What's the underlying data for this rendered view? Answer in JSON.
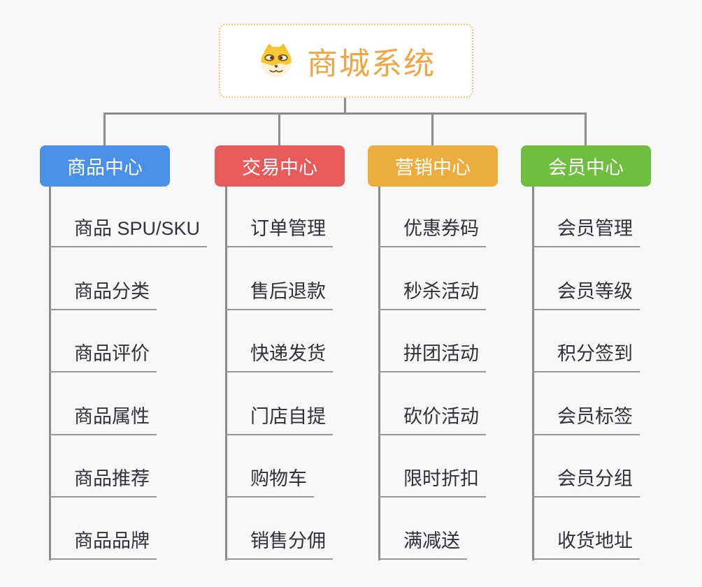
{
  "root": {
    "title": "商城系统",
    "icon": "doge-icon",
    "accent_color": "#F0A642",
    "border_color": "#F3C87F"
  },
  "branches": [
    {
      "label": "商品中心",
      "color": "#4A90E8",
      "items": [
        "商品 SPU/SKU",
        "商品分类",
        "商品评价",
        "商品属性",
        "商品推荐",
        "商品品牌"
      ]
    },
    {
      "label": "交易中心",
      "color": "#E85B5B",
      "items": [
        "订单管理",
        "售后退款",
        "快递发货",
        "门店自提",
        "购物车",
        "销售分佣"
      ]
    },
    {
      "label": "营销中心",
      "color": "#EDAD3E",
      "items": [
        "优惠券码",
        "秒杀活动",
        "拼团活动",
        "砍价活动",
        "限时折扣",
        "满减送"
      ]
    },
    {
      "label": "会员中心",
      "color": "#6FBE3F",
      "items": [
        "会员管理",
        "会员等级",
        "积分签到",
        "会员标签",
        "会员分组",
        "收货地址"
      ]
    }
  ],
  "colors": {
    "background": "#F7F7F7",
    "connector_line": "#8C8C8C",
    "item_underline": "#979797",
    "item_text": "#2F3237"
  }
}
